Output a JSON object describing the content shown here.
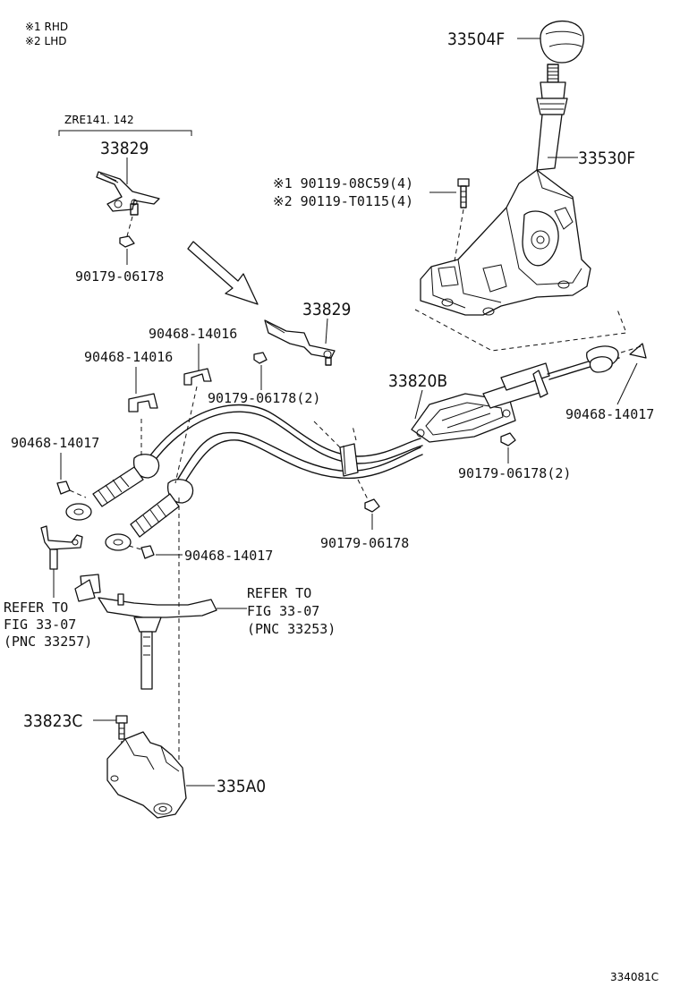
{
  "notes": {
    "rhd": "※1 RHD",
    "lhd": "※2 LHD"
  },
  "variant": "ZRE141. 142",
  "labels": {
    "knob": "33504F",
    "lever": "33530F",
    "bolt_rhd": "※1 90119-08C59(4)",
    "bolt_lhd": "※2 90119-T0115(4)",
    "bracket_top": "33829",
    "nut_top": "90179-06178",
    "bracket_mid": "33829",
    "clip_a": "90468-14016",
    "clip_b": "90468-14016",
    "nut_mid": "90179-06178(2)",
    "cable": "33820B",
    "clip_right": "90468-14017",
    "nut_right": "90179-06178(2)",
    "clip_left": "90468-14017",
    "nut_low": "90179-06178",
    "clip_low": "90468-14017",
    "refer_left_1": "REFER TO",
    "refer_left_2": "FIG 33-07",
    "refer_left_3": "(PNC 33257)",
    "refer_right_1": "REFER TO",
    "refer_right_2": "FIG 33-07",
    "refer_right_3": "(PNC 33253)",
    "bolt_bottom": "33823C",
    "bracket_bottom": "335A0",
    "figure_id": "334081C"
  }
}
